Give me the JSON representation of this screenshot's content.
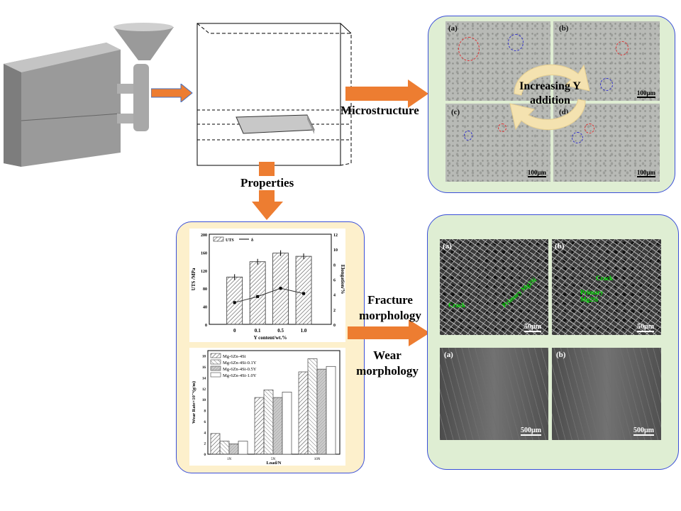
{
  "labels": {
    "microstructure": "Microstructure",
    "properties": "Properties",
    "fracture": "Fracture morphology",
    "wear": "Wear morphology",
    "increasing": "Increasing Y addition"
  },
  "micro_panels": [
    {
      "tag": "(a)"
    },
    {
      "tag": "(b)",
      "scale": "100μm"
    },
    {
      "tag": "(c)",
      "scale": "100μm"
    },
    {
      "tag": "(d)",
      "scale": "100μm"
    }
  ],
  "fracture_panels": [
    {
      "tag": "(a)",
      "scale": "50μm",
      "notes": [
        "Crack",
        "Primary Mg2Si"
      ]
    },
    {
      "tag": "(b)",
      "scale": "50μm",
      "notes": [
        "Crack",
        "Primary Mg2Si"
      ]
    }
  ],
  "wear_panels": [
    {
      "tag": "(a)",
      "scale": "500μm"
    },
    {
      "tag": "(b)",
      "scale": "500μm"
    }
  ],
  "colors": {
    "arrow": "#ed7d31",
    "panel_green": "#dfeed3",
    "panel_yellow": "#fdf0cc",
    "border": "#3a4fd8",
    "annot": "#00d000"
  },
  "chart_data": [
    {
      "type": "bar",
      "categories": [
        "0",
        "0.1",
        "0.5",
        "1.0"
      ],
      "xlabel": "Y content/wt.%",
      "ylabel": "UTS /MPa",
      "y2label": "Elongation/%",
      "ylim": [
        0,
        200
      ],
      "y2lim": [
        0,
        12
      ],
      "yticks": [
        0,
        40,
        80,
        120,
        160,
        200
      ],
      "y2ticks": [
        0,
        2,
        4,
        6,
        8,
        10,
        12
      ],
      "series": [
        {
          "name": "UTS",
          "values": [
            105,
            139,
            158,
            151
          ]
        },
        {
          "name": "δ",
          "type": "line",
          "axis": "right",
          "values": [
            2.9,
            3.7,
            4.8,
            4.1
          ]
        }
      ]
    },
    {
      "type": "bar",
      "categories": [
        "1N",
        "5N",
        "10N"
      ],
      "xlabel": "Load/N",
      "ylabel": "Wear Rate×10⁻⁴(g/m)",
      "ylim": [
        0,
        19
      ],
      "yticks": [
        0,
        2,
        4,
        6,
        8,
        10,
        12,
        14,
        16,
        18
      ],
      "series": [
        {
          "name": "Mg-6Zn-4Si",
          "values": [
            3.8,
            10.4,
            15.1
          ]
        },
        {
          "name": "Mg-6Zn-4Si-0.1Y",
          "values": [
            2.4,
            11.8,
            17.5
          ]
        },
        {
          "name": "Mg-6Zn-4Si-0.5Y",
          "values": [
            1.9,
            10.4,
            15.6
          ]
        },
        {
          "name": "Mg-6Zn-4Si-1.0Y",
          "values": [
            2.4,
            11.4,
            16.1
          ]
        }
      ]
    }
  ]
}
